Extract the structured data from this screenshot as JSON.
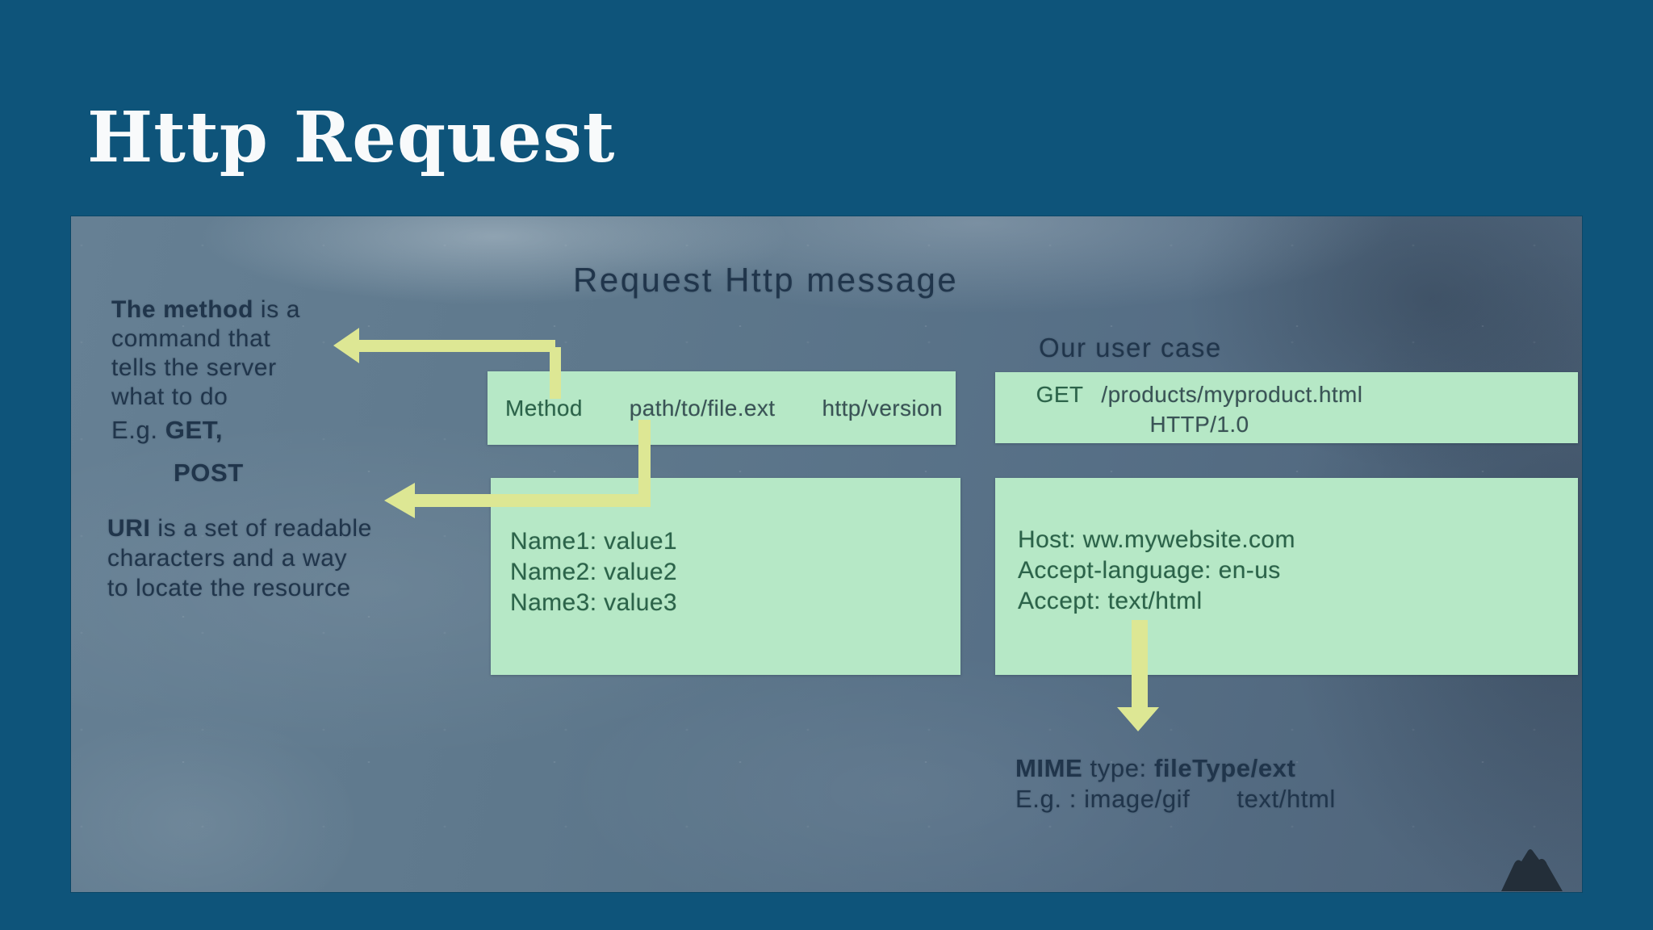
{
  "slide": {
    "title": "Http Request"
  },
  "board": {
    "heading": "Request Http message",
    "method_note": {
      "line1_bold": "The method",
      "line1_rest": " is a",
      "line2": "command that",
      "line3": "tells the server",
      "line4": "what to do"
    },
    "examples": {
      "prefix": "E.g. ",
      "get": "GET,",
      "post": "POST"
    },
    "uri_note": {
      "line1_bold": "URI",
      "line1_rest": " is a set of readable",
      "line2": "characters and a way",
      "line3": "to locate the resource"
    },
    "request_line_box": {
      "method": "Method",
      "path": "path/to/file.ext",
      "version": "http/version"
    },
    "user_case_heading": "Our user case",
    "user_case_box": {
      "method": "GET",
      "path": "/products/myproduct.html",
      "version": "HTTP/1.0"
    },
    "headers_box": {
      "lines": [
        "Name1: value1",
        "Name2: value2",
        "Name3: value3"
      ]
    },
    "user_headers_box": {
      "lines": [
        "Host: ww.mywebsite.com",
        "Accept-language: en-us",
        "Accept: text/html"
      ]
    },
    "mime_note": {
      "bold1": "MIME",
      "mid": " type: ",
      "bold2": "fileType/ext",
      "eg_left": "E.g. : image/gif",
      "eg_right": "text/html"
    }
  },
  "icons": {
    "silhouette": "person-head-silhouette"
  },
  "colors": {
    "slide_bg": "#0e547a",
    "board_bg": "#57708a",
    "box_bg": "#b6e8c6",
    "arrow": "#dde794",
    "board_text": "#20354b",
    "box_text_green": "#2b6349",
    "box_text_dark": "#3a5356",
    "title_text": "#f8fafb",
    "silhouette": "#232e39"
  }
}
